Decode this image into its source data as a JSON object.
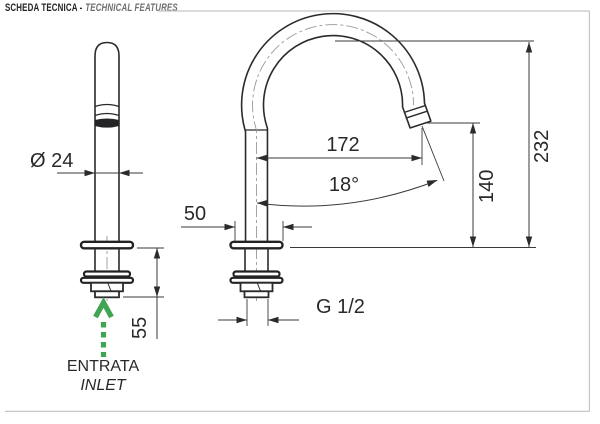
{
  "header": {
    "title_primary": "SCHEDA TECNICA -",
    "title_secondary": "TECHNICAL FEATURES"
  },
  "front_view": {
    "diameter_label": "Ø 24",
    "inlet_height_label": "55",
    "inlet_caption_primary": "ENTRATA",
    "inlet_caption_secondary": "INLET"
  },
  "side_view": {
    "reach_label": "172",
    "angle_label": "18°",
    "spout_height_label": "140",
    "overall_height_label": "232",
    "base_width_label": "50",
    "thread_label": "G 1/2"
  },
  "colors": {
    "line": "#2b2b2d",
    "dimension_text": "#29292b",
    "accent_green": "#3fa553",
    "frame_gray": "#c4c6c8",
    "secondary_text": "#6e7072"
  }
}
